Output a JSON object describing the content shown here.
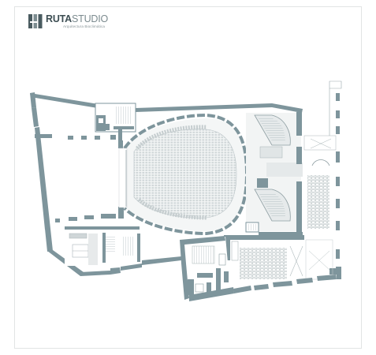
{
  "brand": {
    "name_bold": "RUTA",
    "name_light": "STUDIO",
    "tagline": "Arquitectura Bioclimática",
    "logo_icon": "ruta-studio-monogram-icon"
  },
  "colors": {
    "wall": "#7e959c",
    "wall_dark": "#5f777e",
    "line": "#8e9ea2",
    "floor": "#e6e9ea",
    "frame": "#e2e4e4"
  }
}
